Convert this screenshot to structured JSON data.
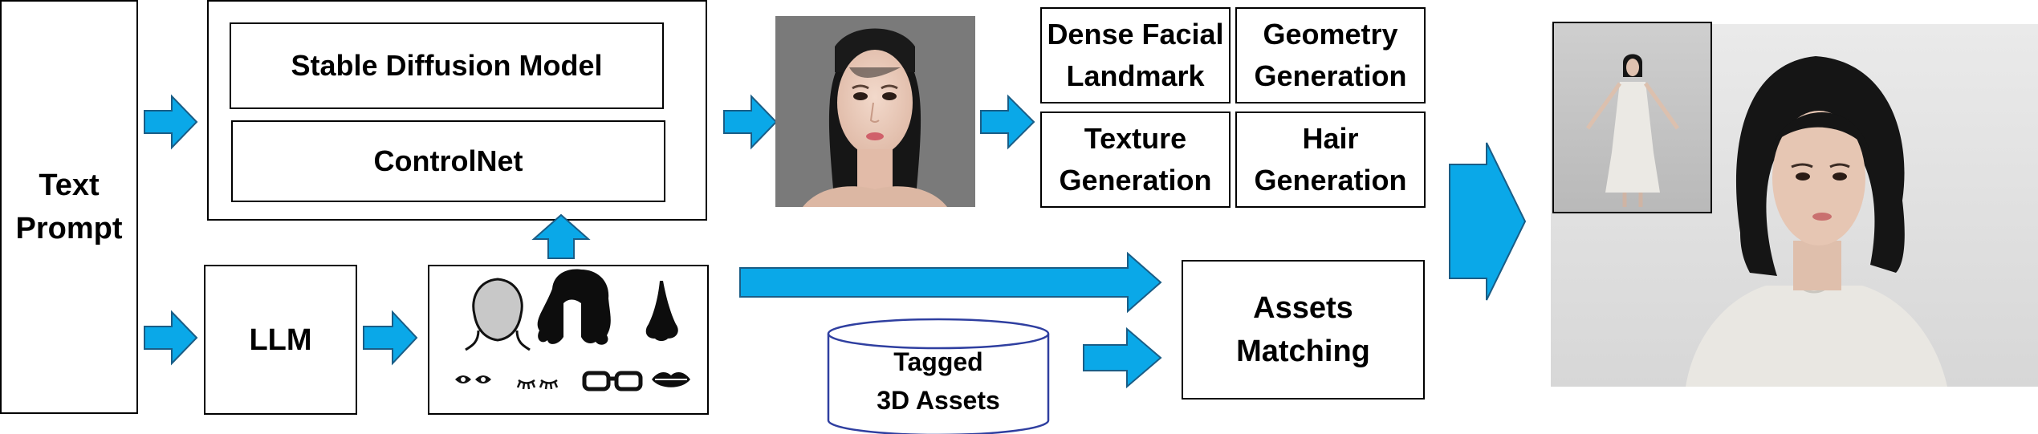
{
  "diagram": {
    "text_prompt": "Text\nPrompt",
    "stable_diffusion": "Stable Diffusion Model",
    "controlnet": "ControlNet",
    "llm": "LLM",
    "facial_landmark": "Dense Facial\nLandmark",
    "geometry_generation": "Geometry\nGeneration",
    "texture_generation": "Texture\nGeneration",
    "hair_generation": "Hair\nGeneration",
    "assets_matching": "Assets\nMatching",
    "tagged_assets": "Tagged\n3D Assets"
  },
  "colors": {
    "arrow_fill": "#0aa8e8",
    "arrow_stroke": "#1a5d86",
    "box_border": "#000000",
    "cylinder_border": "#2f3fa0",
    "face_bg": "#7a7a7a",
    "render_bg": "#e3e3e3",
    "hair": "#151515",
    "skin": "#e8c8b4",
    "dress": "#e9e7e2"
  },
  "icons": [
    "head-outline-icon",
    "hair-icon",
    "nose-icon",
    "eyes-icon",
    "eyelashes-icon",
    "glasses-icon",
    "lips-icon"
  ]
}
